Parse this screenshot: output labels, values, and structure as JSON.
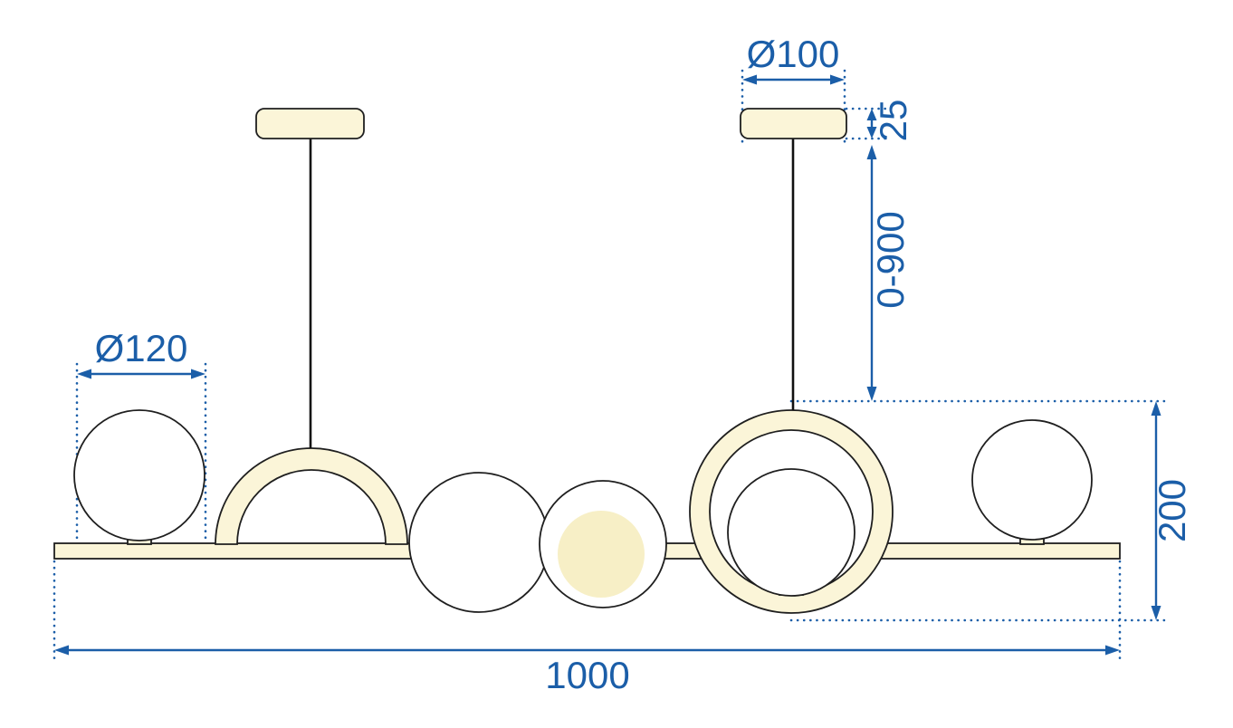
{
  "diagram": {
    "labels": {
      "canopy_diameter": "Ø100",
      "canopy_height": "25",
      "suspension_length": "0-900",
      "globe_diameter": "Ø120",
      "fixture_height": "200",
      "fixture_width": "1000"
    }
  },
  "colors": {
    "accent": "#1b5ea8",
    "cream": "#fbf5d8",
    "cream_inner": "#f7efc6",
    "outline": "#1f1f1f",
    "cable": "#111111",
    "background": "#ffffff"
  }
}
